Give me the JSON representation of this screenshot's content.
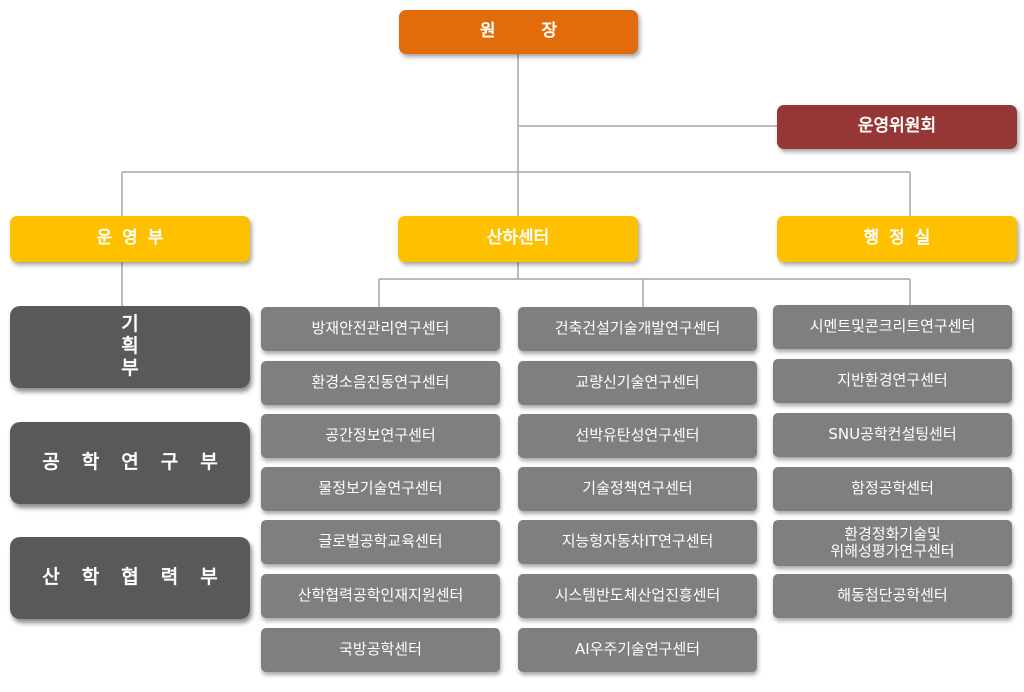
{
  "director": "원 장",
  "council": "운영위원회",
  "divisions": {
    "operations": "운영부",
    "industry": "산하센터",
    "admin": "행정실"
  },
  "departments": {
    "planning": "기 획 부",
    "engineering_research": "공학연구부",
    "industry_cooperation": "산학협력부"
  },
  "centers": {
    "col1": [
      "방재안전관리연구센터",
      "환경소음진동연구센터",
      "공간정보연구센터",
      "물정보기술연구센터",
      "글로벌공학교육센터",
      "산학협력공학인재지원센터",
      "국방공학센터"
    ],
    "col2": [
      "건축건설기술개발연구센터",
      "교량신기술연구센터",
      "선박유탄성연구센터",
      "기술정책연구센터",
      "지능형자동차IT연구센터",
      "시스템반도체산업진흥센터",
      "AI우주기술연구센터"
    ],
    "col3": [
      "시멘트및콘크리트연구센터",
      "지반환경연구센터",
      "SNU공학컨설팅센터",
      "함정공학센터",
      "환경정화기술및\n위해성평가연구센터",
      "해동첨단공학센터"
    ]
  },
  "colors": {
    "director": "#e36c0a",
    "council": "#953735",
    "division": "#ffc000",
    "department": "#595959",
    "center": "#7f7f7f",
    "connector": "#a6a6a6"
  }
}
